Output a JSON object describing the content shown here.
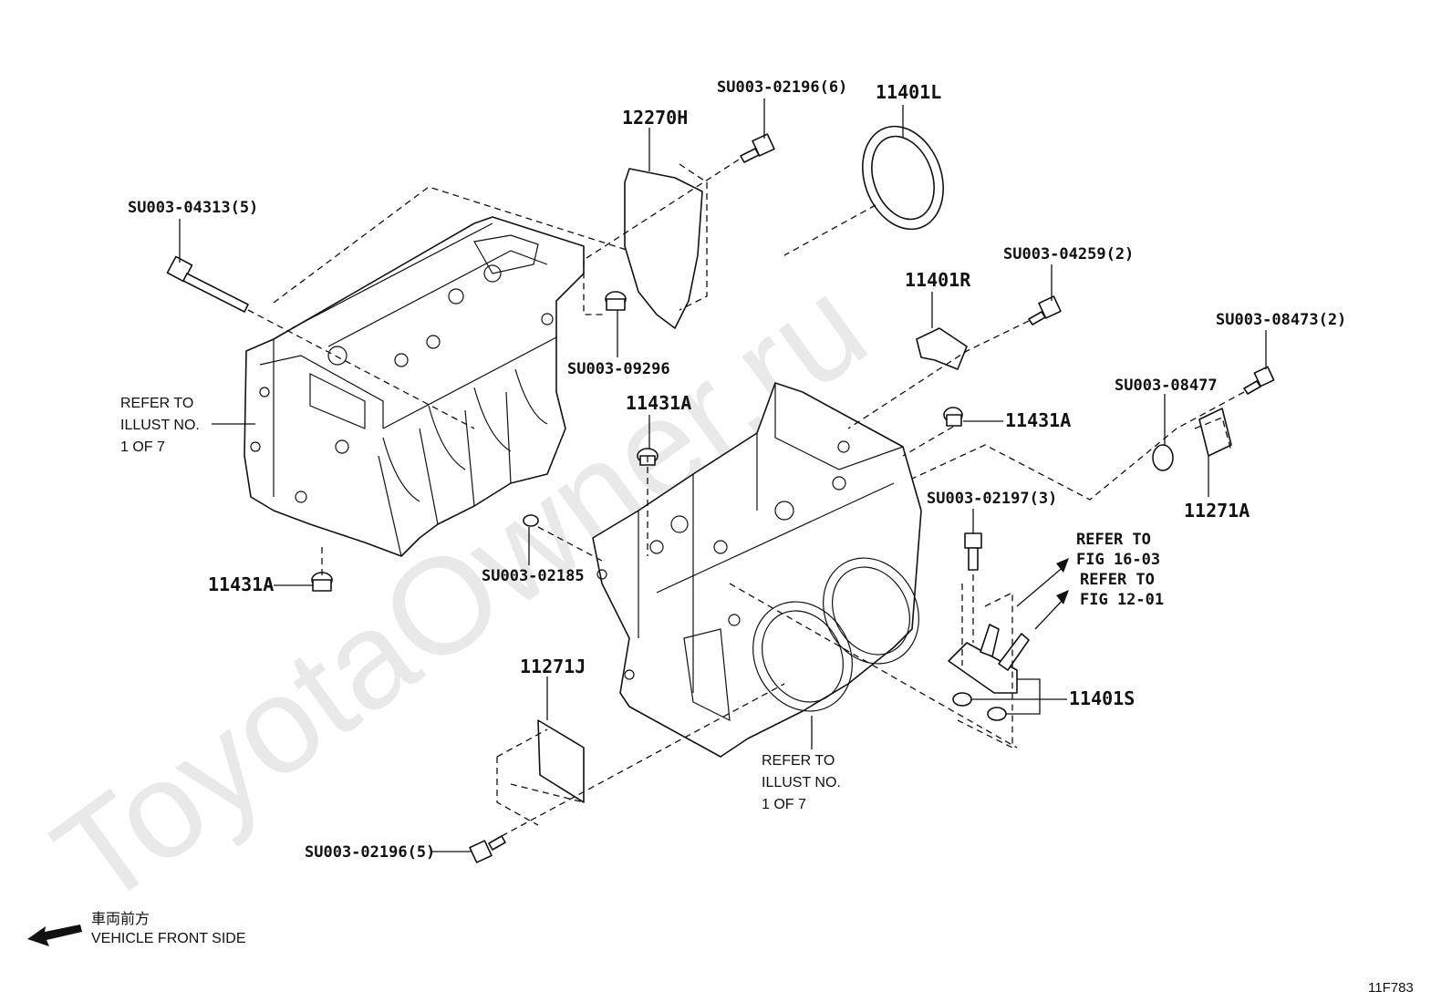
{
  "watermark": "ToyotaOwner.ru",
  "labels": {
    "bolt_04313": "SU003-04313(5)",
    "bolt_02196_6": "SU003-02196(6)",
    "part_12270H": "12270H",
    "part_11401L": "11401L",
    "plug_09296": "SU003-09296",
    "part_11401R": "11401R",
    "bolt_04259": "SU003-04259(2)",
    "bolt_08473": "SU003-08473(2)",
    "oring_08477": "SU003-08477",
    "part_11431A_center": "11431A",
    "part_11431A_right": "11431A",
    "part_11431A_left": "11431A",
    "part_11271A": "11271A",
    "bolt_02197": "SU003-02197(3)",
    "oring_02185": "SU003-02185",
    "part_11271J": "11271J",
    "part_11401S": "11401S",
    "bolt_02196_5": "SU003-02196(5)"
  },
  "notes": {
    "left_refer": [
      "REFER TO",
      "ILLUST NO.",
      "1 OF 7"
    ],
    "bottom_refer": [
      "REFER TO",
      "ILLUST NO.",
      "1 OF 7"
    ],
    "fig_refs": [
      "REFER TO",
      "FIG 16-03",
      "REFER TO",
      "FIG 12-01"
    ]
  },
  "direction": {
    "jp": "車両前方",
    "en": "VEHICLE FRONT SIDE",
    "icon": "front-direction-arrow-icon"
  },
  "figure_id": "11F783"
}
